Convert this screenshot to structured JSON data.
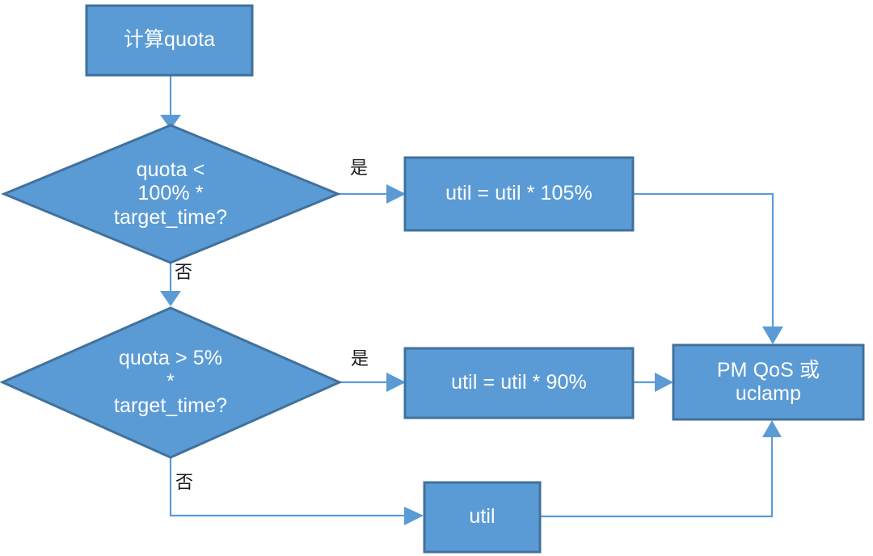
{
  "diagram": {
    "type": "flowchart",
    "title": "",
    "colors": {
      "node_fill": "#5B9BD5",
      "node_border": "#41719C",
      "node_text": "#FFFFFF",
      "connector": "#5B9BD5",
      "edge_label_text": "#1A1A1A",
      "background": "#FFFFFF"
    },
    "nodes": [
      {
        "id": "calc_quota",
        "shape": "rectangle",
        "label": "计算quota"
      },
      {
        "id": "decision_1",
        "shape": "diamond",
        "label": "quota <\n100% *\ntarget_time?"
      },
      {
        "id": "util_105",
        "shape": "rectangle",
        "label": "util = util * 105%"
      },
      {
        "id": "decision_2",
        "shape": "diamond",
        "label": "quota > 5%\n*\ntarget_time?"
      },
      {
        "id": "util_90",
        "shape": "rectangle",
        "label": "util = util * 90%"
      },
      {
        "id": "pm_qos",
        "shape": "rectangle",
        "label": "PM QoS 或\nuclamp"
      },
      {
        "id": "util_plain",
        "shape": "rectangle",
        "label": "util"
      }
    ],
    "edges": [
      {
        "id": "e1",
        "from": "calc_quota",
        "to": "decision_1",
        "label": ""
      },
      {
        "id": "e2",
        "from": "decision_1",
        "to": "util_105",
        "label": "是"
      },
      {
        "id": "e3",
        "from": "decision_1",
        "to": "decision_2",
        "label": "否"
      },
      {
        "id": "e4",
        "from": "decision_2",
        "to": "util_90",
        "label": "是"
      },
      {
        "id": "e5",
        "from": "decision_2",
        "to": "util_plain",
        "label": "否"
      },
      {
        "id": "e6",
        "from": "util_105",
        "to": "pm_qos",
        "label": ""
      },
      {
        "id": "e7",
        "from": "util_90",
        "to": "pm_qos",
        "label": ""
      },
      {
        "id": "e8",
        "from": "util_plain",
        "to": "pm_qos",
        "label": ""
      }
    ]
  }
}
